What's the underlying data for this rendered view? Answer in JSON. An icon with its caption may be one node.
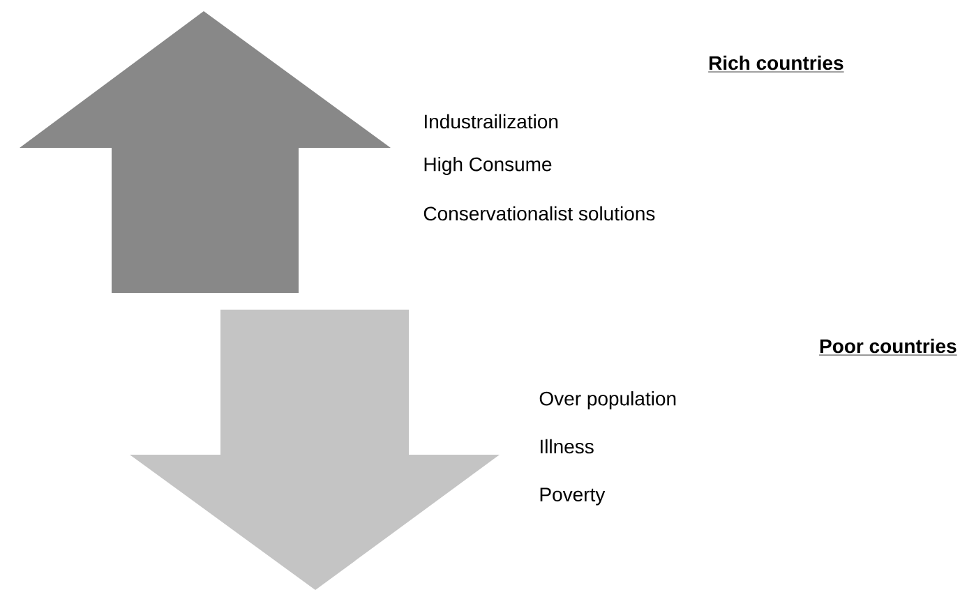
{
  "diagram": {
    "labels": [
      "Rich countries",
      "Industrailization",
      "High Consume",
      "Conservationalist solutions",
      "Poor countries",
      "Over population",
      "Illness",
      "Poverty"
    ]
  }
}
